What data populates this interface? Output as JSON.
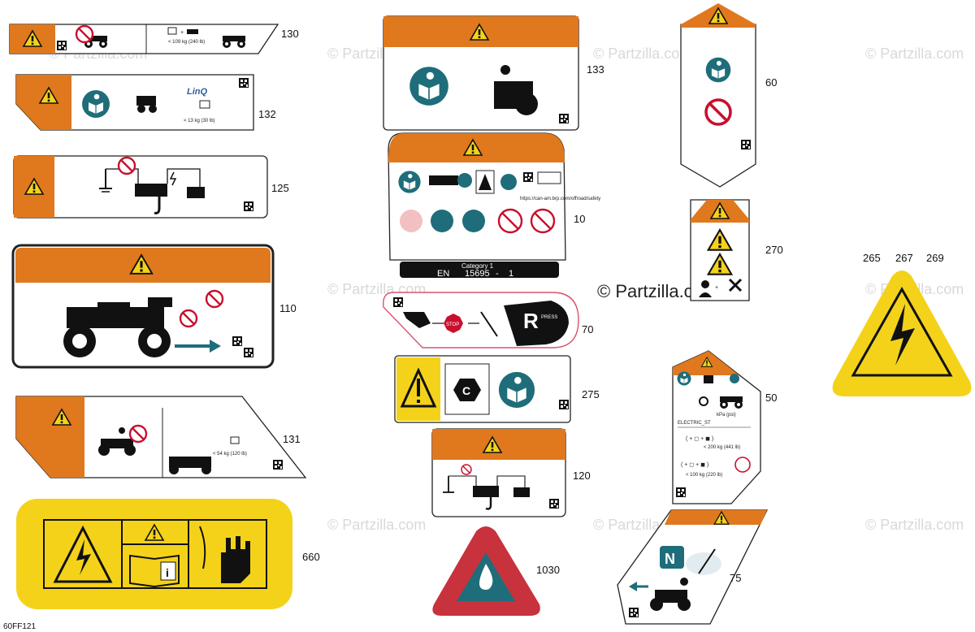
{
  "diagram": {
    "code": "60FF121",
    "watermark": "© Partzilla.com",
    "colors": {
      "orange": "#e0781e",
      "yellow": "#f4d21a",
      "teal": "#1f6d7a",
      "red": "#c8102e",
      "triangle_red": "#c8323c"
    },
    "callouts": {
      "c130": "130",
      "c132": "132",
      "c125": "125",
      "c110": "110",
      "c131": "131",
      "c660": "660",
      "c133": "133",
      "c10": "10",
      "c70": "70",
      "c275": "275",
      "c120": "120",
      "c1030": "1030",
      "c60": "60",
      "c270": "270",
      "c50": "50",
      "c75": "75",
      "c265": "265",
      "c267": "267",
      "c269": "269"
    },
    "label_text": {
      "l130_weight": "< 109 kg (240 lb)",
      "l132_brand": "LinQ",
      "l132_weight": "< 13 kg (30 lb)",
      "l131_weight": "< 54 kg (120 lb)",
      "l10_url": "https://can-am.brp.com/offroad/safety",
      "l10_category": "Category 1",
      "l10_en": "EN",
      "l10_std": "15695",
      "l10_dash": "-",
      "l10_part": "1",
      "l70_r": "R",
      "l70_press": "PRESS",
      "l70_stop": "STOP",
      "l275_c": "C",
      "l75_n": "N",
      "l50_electric": "ELECTRIC_ST",
      "l50_kpa": "kPa (psi)",
      "l50_w1": "< 200 kg (441 lb)",
      "l50_w2": "< 100 kg (220 lb)",
      "l660_i": "i"
    }
  }
}
